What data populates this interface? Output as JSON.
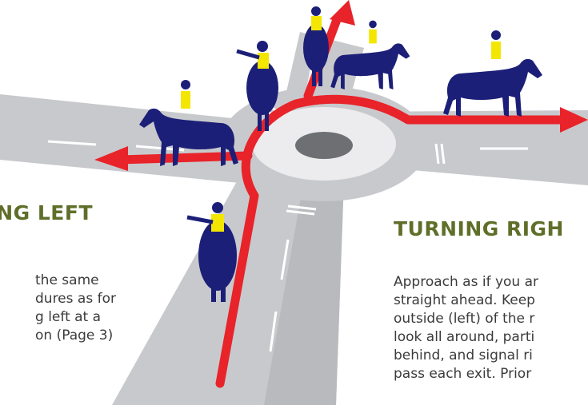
{
  "colors": {
    "road": "#c8c9cc",
    "road_light": "#e4e5e7",
    "road_edge": "#9a9ca0",
    "island": "#f4f4f4",
    "island_center": "#6e6f72",
    "arrow": "#e8232a",
    "horse": "#1c1f78",
    "vest": "#f3e600",
    "heading": "#5f6f2a",
    "text": "#3b3b3b"
  },
  "icons": {
    "horse_rider": "horse-and-rider-icon",
    "route_arrow": "route-arrow-icon"
  },
  "left_section": {
    "heading": "NING LEFT",
    "lines": [
      "the same",
      "dures as for",
      "g left at a",
      "on (Page 3)"
    ]
  },
  "right_section": {
    "heading": "TURNING RIGH",
    "lines": [
      "Approach as if you ar",
      "straight ahead. Keep",
      "outside (left) of the r",
      "look all around, parti",
      "behind, and signal ri",
      "pass each exit. Prior"
    ]
  }
}
